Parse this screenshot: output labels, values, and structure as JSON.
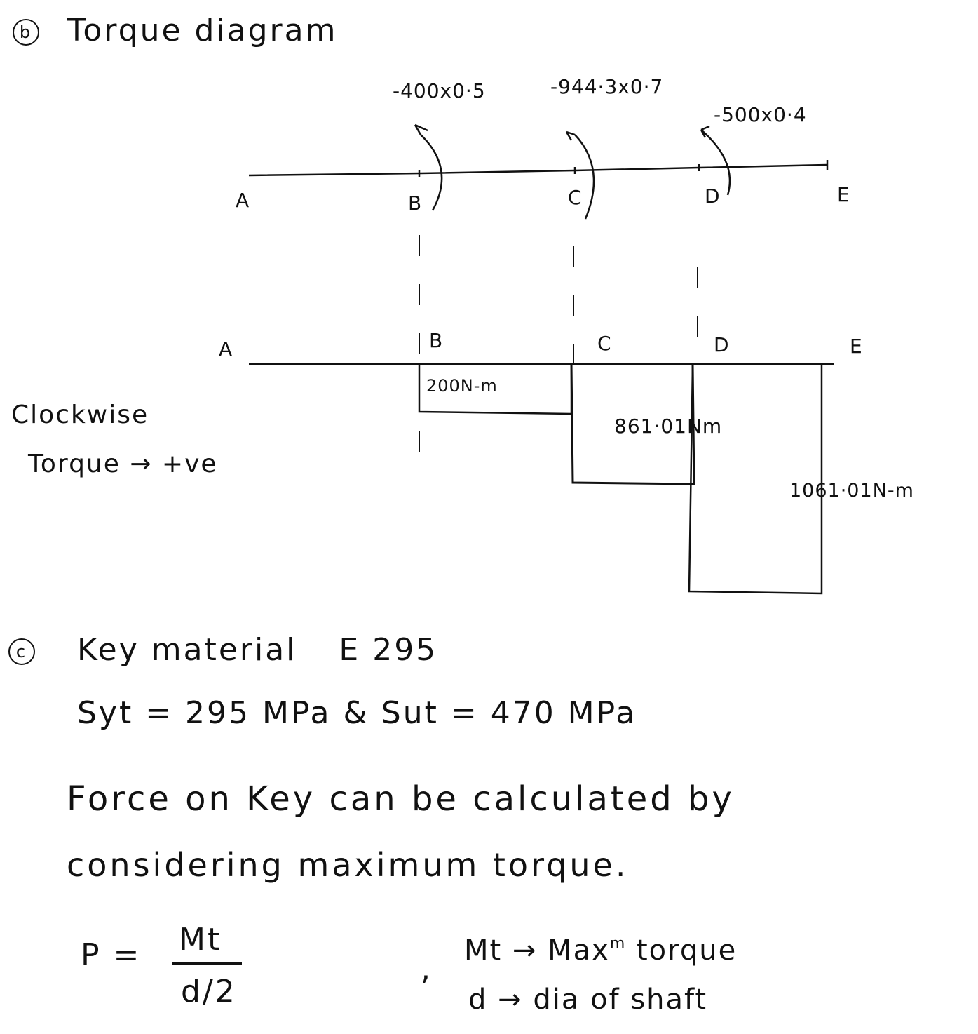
{
  "section_b": {
    "marker": "b",
    "title": "Torque diagram",
    "shaft_points": [
      "A",
      "B",
      "C",
      "D",
      "E"
    ],
    "applied_torques": [
      "-400x0·5",
      "-944·3x0·7",
      "-500x0·4"
    ],
    "diagram_points": [
      "A",
      "B",
      "C",
      "D",
      "E"
    ],
    "values": [
      "200N-m",
      "861·01Nm",
      "1061·01N-m"
    ],
    "sign_note_line1": "Clockwise",
    "sign_note_line2": "Torque → +ve"
  },
  "section_c": {
    "marker": "c",
    "title": "Key material",
    "material": "E 295",
    "properties": "Syt = 295 MPa  &  Sut = 470 MPa",
    "text_line1": "Force on Key can be calculated by",
    "text_line2": "considering maximum torque.",
    "formula_lhs": "P =",
    "formula_num": "Mt",
    "formula_den": "d/2",
    "comma": ",",
    "def1_sym": "Mt → Max",
    "def1_sup": "m",
    "def1_rest": "torque",
    "def2": "d → dia of shaft"
  }
}
